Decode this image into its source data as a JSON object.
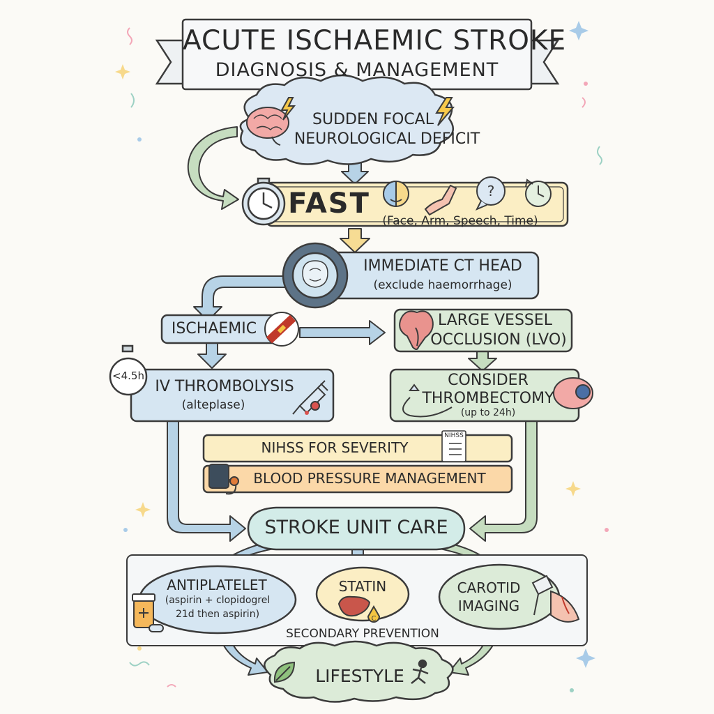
{
  "title": {
    "line1": "ACUTE ISCHAEMIC STROKE",
    "line2": "DIAGNOSIS & MANAGEMENT"
  },
  "nodes": {
    "deficit": {
      "line1": "SUDDEN FOCAL",
      "line2": "NEUROLOGICAL DEFICIT"
    },
    "fast": {
      "label": "FAST",
      "sub": "(Face, Arm, Speech, Time)"
    },
    "ct": {
      "line1": "IMMEDIATE CT HEAD",
      "line2": "(exclude haemorrhage)"
    },
    "ischaemic": {
      "label": "ISCHAEMIC"
    },
    "lvo": {
      "line1": "LARGE VESSEL",
      "line2": "OCCLUSION (LVO)"
    },
    "timer": {
      "label": "<4.5h"
    },
    "thrombolysis": {
      "line1": "IV THROMBOLYSIS",
      "line2": "(alteplase)"
    },
    "thrombectomy": {
      "line1": "CONSIDER",
      "line2": "THROMBECTOMY",
      "line3": "(up to 24h)"
    },
    "nihss": {
      "label": "NIHSS FOR SEVERITY",
      "icon_text": "NIHSS"
    },
    "bp": {
      "label": "BLOOD PRESSURE MANAGEMENT"
    },
    "stroke_unit": {
      "label": "STROKE UNIT CARE"
    },
    "antiplatelet": {
      "line1": "ANTIPLATELET",
      "line2": "(aspirin + clopidogrel",
      "line3": "21d then aspirin)"
    },
    "statin": {
      "label": "STATIN"
    },
    "carotid": {
      "line1": "CAROTID",
      "line2": "IMAGING"
    },
    "secondary": {
      "label": "SECONDARY PREVENTION"
    },
    "lifestyle": {
      "label": "LIFESTYLE"
    }
  },
  "colors": {
    "outline": "#3b3b3b",
    "blue_box": "#d6e6f2",
    "green_box": "#dcebd8",
    "yellow_box": "#fbeec4",
    "orange_box": "#fbd8a8",
    "teal_box": "#d3ece8",
    "arrow_blue": "#b7d3e6",
    "arrow_green": "#c6ddc0",
    "arrow_yellow": "#f6dc94"
  }
}
